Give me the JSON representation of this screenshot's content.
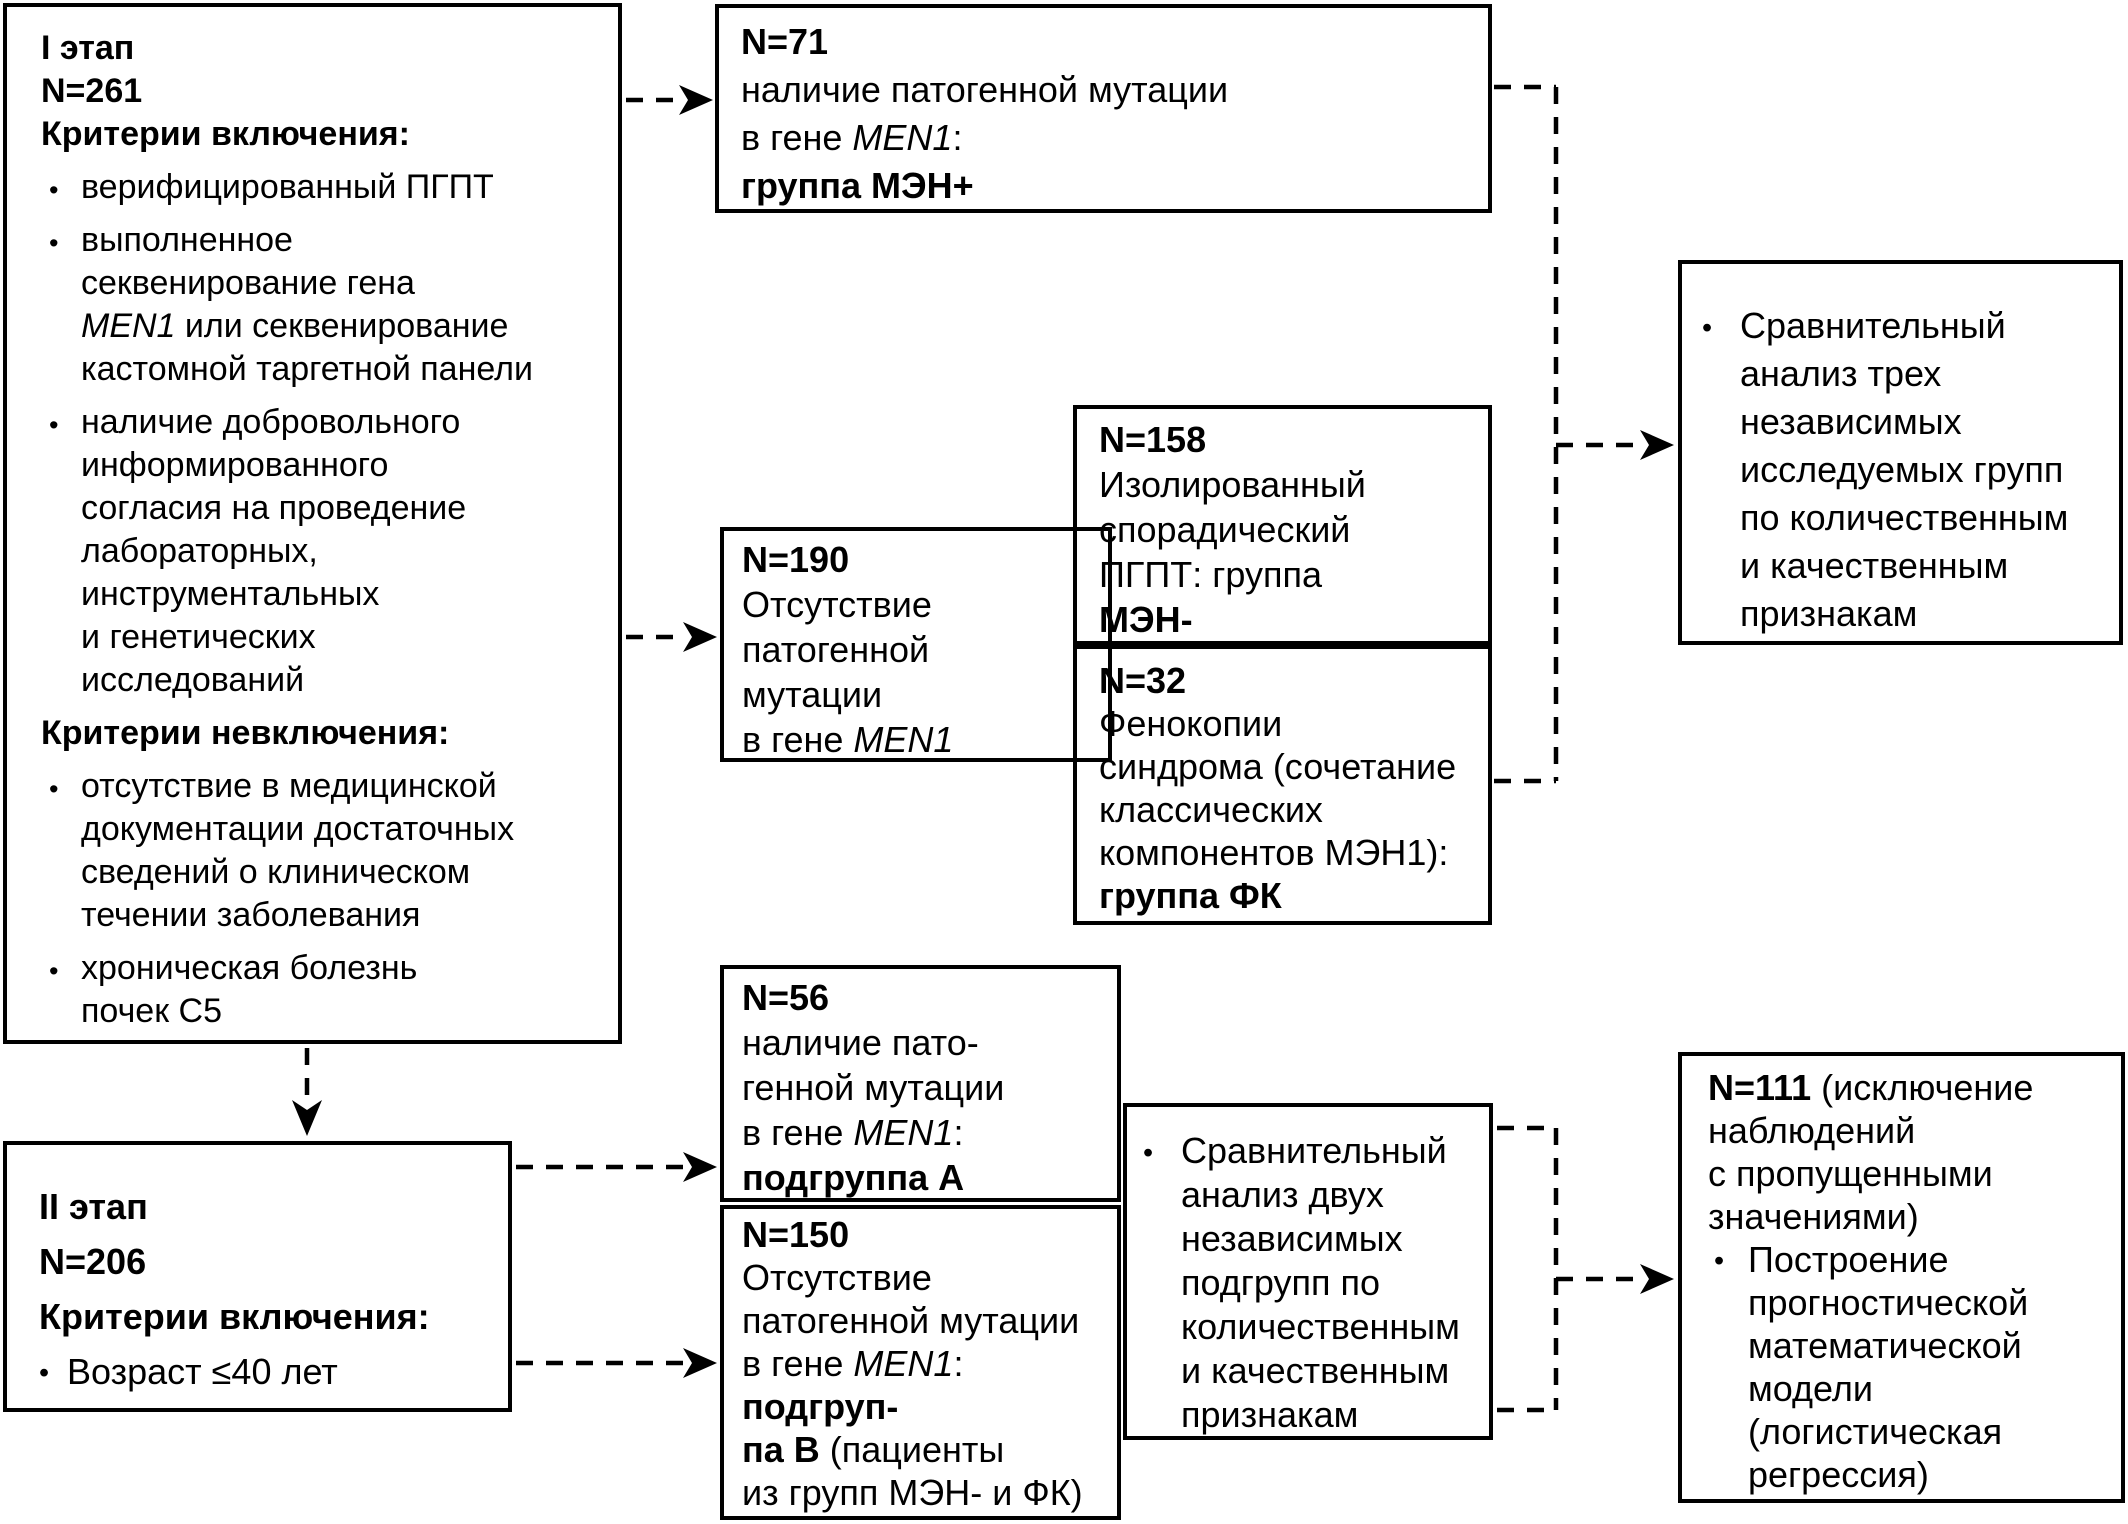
{
  "canvas": {
    "bg": "#ffffff",
    "ink": "#000000"
  },
  "bullet_char": "•",
  "boxes": {
    "stage1": {
      "label": "I этап — критерии",
      "lines": [
        {
          "seg": [
            {
              "t": "I этап",
              "s": "b"
            }
          ]
        },
        {
          "seg": [
            {
              "t": "N=261",
              "s": "b"
            }
          ]
        },
        {
          "seg": [
            {
              "t": "Критерии включения:",
              "s": "b"
            }
          ]
        },
        {
          "bullet": true,
          "gap": true,
          "seg": [
            {
              "t": "верифицированный ПГПТ"
            }
          ]
        },
        {
          "bullet": true,
          "gap": true,
          "seg": [
            {
              "t": "выполненное"
            }
          ]
        },
        {
          "cont": true,
          "seg": [
            {
              "t": "секвенирование гена"
            }
          ]
        },
        {
          "cont": true,
          "seg": [
            {
              "t": "MEN1",
              "s": "i"
            },
            {
              "t": " или секвенирование"
            }
          ]
        },
        {
          "cont": true,
          "seg": [
            {
              "t": "кастомной таргетной панели"
            }
          ]
        },
        {
          "bullet": true,
          "gap": true,
          "seg": [
            {
              "t": "наличие добровольного"
            }
          ]
        },
        {
          "cont": true,
          "seg": [
            {
              "t": "информированного"
            }
          ]
        },
        {
          "cont": true,
          "seg": [
            {
              "t": "согласия на проведение"
            }
          ]
        },
        {
          "cont": true,
          "seg": [
            {
              "t": "лабораторных,"
            }
          ]
        },
        {
          "cont": true,
          "seg": [
            {
              "t": "инструментальных"
            }
          ]
        },
        {
          "cont": true,
          "seg": [
            {
              "t": "и генетических"
            }
          ]
        },
        {
          "cont": true,
          "seg": [
            {
              "t": "исследований"
            }
          ]
        },
        {
          "gap": true,
          "seg": [
            {
              "t": "Критерии невключения:",
              "s": "b"
            }
          ]
        },
        {
          "bullet": true,
          "gap": true,
          "seg": [
            {
              "t": "отсутствие в медицинской"
            }
          ]
        },
        {
          "cont": true,
          "seg": [
            {
              "t": "документации достаточных"
            }
          ]
        },
        {
          "cont": true,
          "seg": [
            {
              "t": "сведений о клиническом"
            }
          ]
        },
        {
          "cont": true,
          "seg": [
            {
              "t": "течении заболевания"
            }
          ]
        },
        {
          "bullet": true,
          "gap": true,
          "seg": [
            {
              "t": "хроническая болезнь"
            }
          ]
        },
        {
          "cont": true,
          "seg": [
            {
              "t": "почек С5"
            }
          ]
        }
      ]
    },
    "n71": {
      "label": "группа МЭН+",
      "lines": [
        {
          "seg": [
            {
              "t": "N=71",
              "s": "b"
            }
          ]
        },
        {
          "seg": [
            {
              "t": "наличие патогенной мутации"
            }
          ]
        },
        {
          "seg": [
            {
              "t": "в гене "
            },
            {
              "t": "MEN1",
              "s": "i"
            },
            {
              "t": ":"
            }
          ]
        },
        {
          "seg": [
            {
              "t": "группа МЭН+",
              "s": "b"
            }
          ]
        }
      ]
    },
    "n190": {
      "label": "отсутствие мутации",
      "lines": [
        {
          "seg": [
            {
              "t": "N=190",
              "s": "b"
            }
          ]
        },
        {
          "seg": [
            {
              "t": "Отсутствие"
            }
          ]
        },
        {
          "seg": [
            {
              "t": "патогенной"
            }
          ]
        },
        {
          "seg": [
            {
              "t": "мутации"
            }
          ]
        },
        {
          "seg": [
            {
              "t": "в гене "
            },
            {
              "t": "MEN1",
              "s": "i"
            }
          ]
        }
      ]
    },
    "n158": {
      "label": "группа МЭН-",
      "lines": [
        {
          "seg": [
            {
              "t": "N=158",
              "s": "b"
            }
          ]
        },
        {
          "seg": [
            {
              "t": "Изолированный"
            }
          ]
        },
        {
          "seg": [
            {
              "t": "спорадический"
            }
          ]
        },
        {
          "seg": [
            {
              "t": "ПГПТ: группа"
            }
          ]
        },
        {
          "seg": [
            {
              "t": "МЭН-",
              "s": "b"
            }
          ]
        }
      ]
    },
    "n32": {
      "label": "группа ФК",
      "lines": [
        {
          "seg": [
            {
              "t": "N=32",
              "s": "b"
            }
          ]
        },
        {
          "seg": [
            {
              "t": "Фенокопии"
            }
          ]
        },
        {
          "seg": [
            {
              "t": "синдрома (сочетание"
            }
          ]
        },
        {
          "seg": [
            {
              "t": "классических"
            }
          ]
        },
        {
          "seg": [
            {
              "t": "компонентов МЭН1):"
            }
          ]
        },
        {
          "seg": [
            {
              "t": "группа ФК",
              "s": "b"
            }
          ]
        }
      ]
    },
    "tri": {
      "label": "сравнительный анализ трёх групп",
      "lines": [
        {
          "bullet": true,
          "seg": [
            {
              "t": "Сравнительный"
            }
          ]
        },
        {
          "cont": true,
          "seg": [
            {
              "t": "анализ трех"
            }
          ]
        },
        {
          "cont": true,
          "seg": [
            {
              "t": "независимых"
            }
          ]
        },
        {
          "cont": true,
          "seg": [
            {
              "t": "исследуемых групп"
            }
          ]
        },
        {
          "cont": true,
          "seg": [
            {
              "t": "по количественным"
            }
          ]
        },
        {
          "cont": true,
          "seg": [
            {
              "t": "и качественным"
            }
          ]
        },
        {
          "cont": true,
          "seg": [
            {
              "t": "признакам"
            }
          ]
        }
      ]
    },
    "stage2": {
      "label": "II этап — критерии",
      "lines": [
        {
          "seg": [
            {
              "t": "II этап",
              "s": "b"
            }
          ]
        },
        {
          "seg": [
            {
              "t": "N=206",
              "s": "b"
            }
          ]
        },
        {
          "seg": [
            {
              "t": "Критерии включения:",
              "s": "b"
            }
          ]
        },
        {
          "bullet": true,
          "seg": [
            {
              "t": "Возраст ≤40 лет"
            }
          ]
        }
      ]
    },
    "n56": {
      "label": "подгруппа А",
      "lines": [
        {
          "seg": [
            {
              "t": "N=56",
              "s": "b"
            }
          ]
        },
        {
          "seg": [
            {
              "t": "наличие пато-"
            }
          ]
        },
        {
          "seg": [
            {
              "t": "генной мутации"
            }
          ]
        },
        {
          "seg": [
            {
              "t": "в гене "
            },
            {
              "t": "MEN1",
              "s": "i"
            },
            {
              "t": ":"
            }
          ]
        },
        {
          "seg": [
            {
              "t": "подгруппа А",
              "s": "b"
            }
          ]
        }
      ]
    },
    "n150": {
      "label": "подгруппа В",
      "lines": [
        {
          "seg": [
            {
              "t": "N=150",
              "s": "b"
            }
          ]
        },
        {
          "seg": [
            {
              "t": "Отсутствие"
            }
          ]
        },
        {
          "seg": [
            {
              "t": "патогенной мутации"
            }
          ]
        },
        {
          "seg": [
            {
              "t": "в гене "
            },
            {
              "t": "MEN1",
              "s": "i"
            },
            {
              "t": ":"
            }
          ]
        },
        {
          "seg": [
            {
              "t": "подгруп-",
              "s": "b"
            }
          ]
        },
        {
          "seg": [
            {
              "t": "па В",
              "s": "b"
            },
            {
              "t": " (пациенты"
            }
          ]
        },
        {
          "seg": [
            {
              "t": "из групп МЭН- и ФК)"
            }
          ]
        }
      ]
    },
    "dva": {
      "label": "сравнительный анализ двух подгрупп",
      "lines": [
        {
          "bullet": true,
          "seg": [
            {
              "t": "Сравнительный"
            }
          ]
        },
        {
          "cont": true,
          "seg": [
            {
              "t": "анализ двух"
            }
          ]
        },
        {
          "cont": true,
          "seg": [
            {
              "t": "независимых"
            }
          ]
        },
        {
          "cont": true,
          "seg": [
            {
              "t": "подгрупп по"
            }
          ]
        },
        {
          "cont": true,
          "seg": [
            {
              "t": "количественным"
            }
          ]
        },
        {
          "cont": true,
          "seg": [
            {
              "t": "и качественным"
            }
          ]
        },
        {
          "cont": true,
          "seg": [
            {
              "t": "признакам"
            }
          ]
        }
      ]
    },
    "n111": {
      "label": "прогностическая модель",
      "lines": [
        {
          "seg": [
            {
              "t": "N=111",
              "s": "b"
            },
            {
              "t": " (исключение"
            }
          ]
        },
        {
          "seg": [
            {
              "t": "наблюдений"
            }
          ]
        },
        {
          "seg": [
            {
              "t": "с пропущенными"
            }
          ]
        },
        {
          "seg": [
            {
              "t": "значениями)"
            }
          ]
        },
        {
          "bullet": true,
          "seg": [
            {
              "t": "Построение"
            }
          ]
        },
        {
          "cont": true,
          "seg": [
            {
              "t": "прогностической"
            }
          ]
        },
        {
          "cont": true,
          "seg": [
            {
              "t": "математической"
            }
          ]
        },
        {
          "cont": true,
          "seg": [
            {
              "t": "модели"
            }
          ]
        },
        {
          "cont": true,
          "seg": [
            {
              "t": "(логистическая"
            }
          ]
        },
        {
          "cont": true,
          "seg": [
            {
              "t": "регрессия)"
            }
          ]
        }
      ]
    }
  }
}
